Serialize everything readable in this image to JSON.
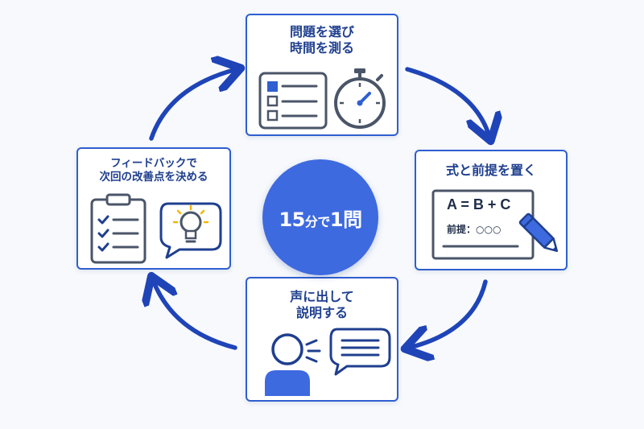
{
  "center": {
    "num1": "15",
    "mid": "分で",
    "num2": "1",
    "end": "問"
  },
  "steps": {
    "top": {
      "line1": "問題を選び",
      "line2": "時間を測る",
      "icons": [
        "checklist-icon",
        "stopwatch-icon"
      ]
    },
    "right": {
      "title": "式と前提を置く",
      "formula": "A = B + C",
      "premise": "前提：○○○",
      "icons": [
        "whiteboard-icon",
        "pencil-icon"
      ]
    },
    "bottom": {
      "line1": "声に出して",
      "line2": "説明する",
      "icons": [
        "speaking-person-icon",
        "speech-bubble-icon"
      ]
    },
    "left": {
      "line1": "フィードバックで",
      "line2": "次回の改善点を決める",
      "icons": [
        "clipboard-checklist-icon",
        "lightbulb-icon"
      ]
    }
  },
  "colors": {
    "accent": "#2f5fd0",
    "dark_accent": "#1f3f8f",
    "center_fill": "#3e6ae0",
    "icon_gray": "#4a5568"
  }
}
